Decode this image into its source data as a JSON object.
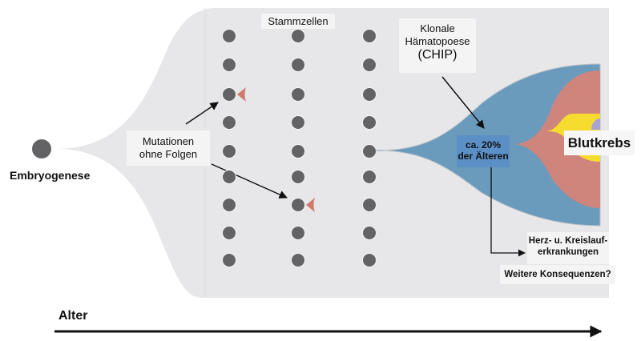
{
  "labels": {
    "embryogenese": "Embryogenese",
    "stammzellen": "Stammzellen",
    "mutationen_line1": "Mutationen",
    "mutationen_line2": "ohne Folgen",
    "chip_line1": "Klonale",
    "chip_line2": "Hämatopoese",
    "chip_line3": "(CHIP)",
    "prevalence_line1": "ca. 20%",
    "prevalence_line2": "der Älteren",
    "blutkrebs": "Blutkrebs",
    "herz_line1": "Herz- u. Kreislauf-",
    "herz_line2": "erkrankungen",
    "weitere": "Weitere Konsequenzen?",
    "alter": "Alter"
  },
  "stem_cells": {
    "columns": 3,
    "rows": 9,
    "mutated": [
      {
        "column": 1,
        "row": 3
      },
      {
        "column": 2,
        "row": 7
      }
    ]
  },
  "colors": {
    "panel": "#e7e7e9",
    "cell": "#636366",
    "mutation": "#d07a6c",
    "chip_blue": "#6a9bbd",
    "salmon": "#cf857b",
    "yellow": "#f7dc30",
    "lavender": "#a9a3d4",
    "prevalence_box": "#5b90c6",
    "arrow": "#111111"
  }
}
